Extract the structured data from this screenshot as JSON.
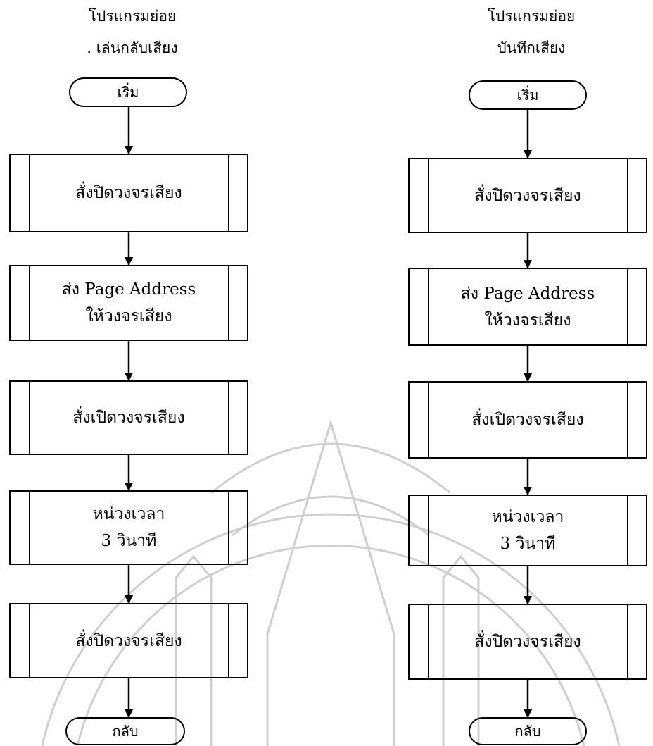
{
  "watermark": {
    "seal": "university-seal",
    "color": "#cfcfcf"
  },
  "flows": [
    {
      "title_line1": "โปรแกรมย่อย",
      "title_line2": ". เล่นกลับเสียง",
      "start": "เริ่ม",
      "steps": [
        {
          "line1": "สั่งปิดวงจรเสียง",
          "line2": ""
        },
        {
          "line1": "ส่ง Page Address",
          "line2": "ให้วงจรเสียง"
        },
        {
          "line1": "สั่งเปิดวงจรเสียง",
          "line2": ""
        },
        {
          "line1": "หน่วงเวลา",
          "line2": "3 วินาที"
        },
        {
          "line1": "สั่งปิดวงจรเสียง",
          "line2": ""
        }
      ],
      "end": "กลับ"
    },
    {
      "title_line1": "โปรแกรมย่อย",
      "title_line2": "บันทึกเสียง",
      "start": "เริ่ม",
      "steps": [
        {
          "line1": "สั่งปิดวงจรเสียง",
          "line2": ""
        },
        {
          "line1": "ส่ง Page Address",
          "line2": "ให้วงจรเสียง"
        },
        {
          "line1": "สั่งเปิดวงจรเสียง",
          "line2": ""
        },
        {
          "line1": "หน่วงเวลา",
          "line2": "3 วินาที"
        },
        {
          "line1": "สั่งปิดวงจรเสียง",
          "line2": ""
        }
      ],
      "end": "กลับ"
    }
  ]
}
